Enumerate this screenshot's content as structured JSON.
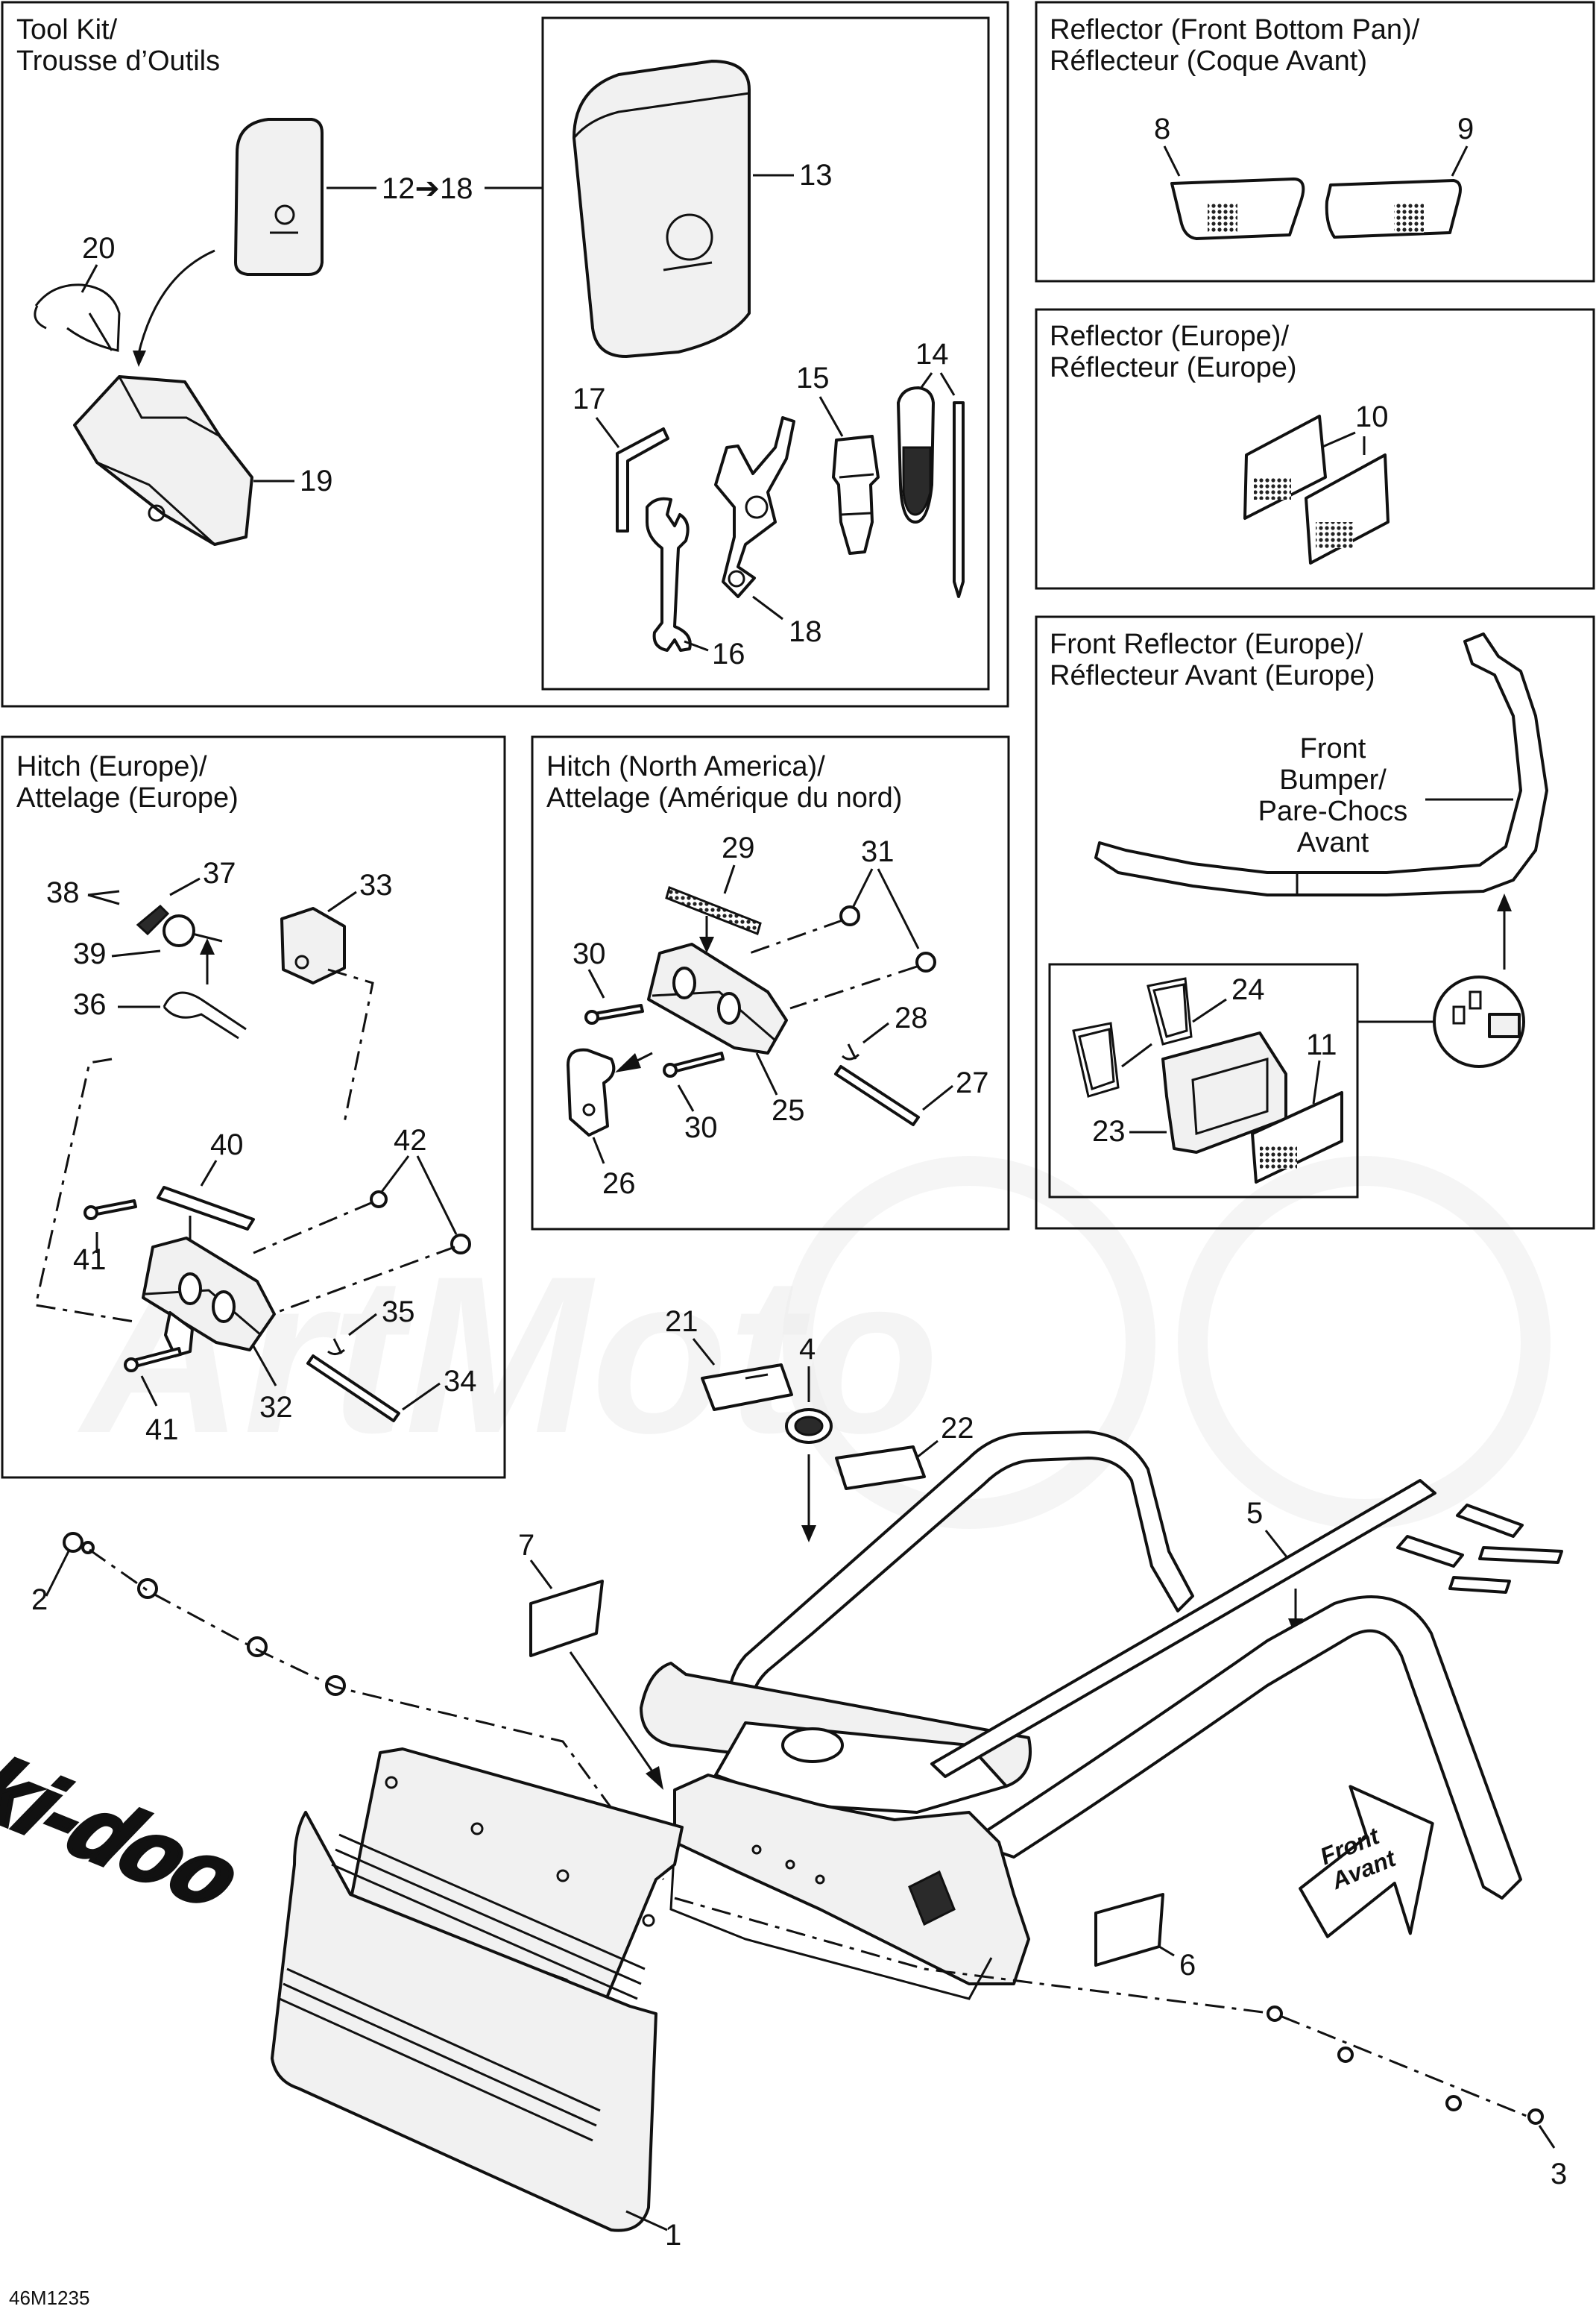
{
  "panels": {
    "tool_kit": {
      "title1": "Tool Kit/",
      "title2": "Trousse d’Outils"
    },
    "reflector_front_bottom_pan": {
      "title1": "Reflector (Front Bottom Pan)/",
      "title2": "Réflecteur (Coque Avant)"
    },
    "reflector_europe": {
      "title1": "Reflector (Europe)/",
      "title2": "Réflecteur (Europe)"
    },
    "front_reflector_europe": {
      "title1": "Front Reflector (Europe)/",
      "title2": "Réflecteur Avant (Europe)"
    },
    "hitch_europe": {
      "title1": "Hitch (Europe)/",
      "title2": "Attelage (Europe)"
    },
    "hitch_north_america": {
      "title1": "Hitch (North America)/",
      "title2": "Attelage (Amérique du nord)"
    }
  },
  "front_bumper_label": [
    "Front",
    "Bumper/",
    "Pare-Chocs",
    "Avant"
  ],
  "front_arrow_label": [
    "Front",
    "Avant"
  ],
  "logo_text": "ski-doo",
  "drawing_code": "46M1235",
  "watermark_text": "ArtMoto",
  "callouts": {
    "c1": "1",
    "c2": "2",
    "c3": "3",
    "c4": "4",
    "c5": "5",
    "c6": "6",
    "c7": "7",
    "c8": "8",
    "c9": "9",
    "c10": "10",
    "c11": "11",
    "c12_18": "12➔18",
    "c13": "13",
    "c14": "14",
    "c15": "15",
    "c16": "16",
    "c17": "17",
    "c18": "18",
    "c19": "19",
    "c20": "20",
    "c21": "21",
    "c22": "22",
    "c23": "23",
    "c24": "24",
    "c25": "25",
    "c26": "26",
    "c27": "27",
    "c28": "28",
    "c29": "29",
    "c30a": "30",
    "c30b": "30",
    "c31": "31",
    "c32": "32",
    "c33": "33",
    "c34": "34",
    "c35": "35",
    "c36": "36",
    "c37": "37",
    "c38": "38",
    "c39": "39",
    "c40": "40",
    "c41a": "41",
    "c41b": "41",
    "c42": "42"
  },
  "icons": [
    "tool-bag-icon",
    "wrench-icon",
    "screwdriver-icon",
    "spark-plug-socket-icon",
    "allen-key-icon",
    "hitch-icon",
    "reflector-icon",
    "bumper-icon",
    "mudflap-icon"
  ],
  "colors": {
    "line": "#111111",
    "fill": "#f1f1f1",
    "background": "#ffffff",
    "watermark": "#ececec"
  }
}
